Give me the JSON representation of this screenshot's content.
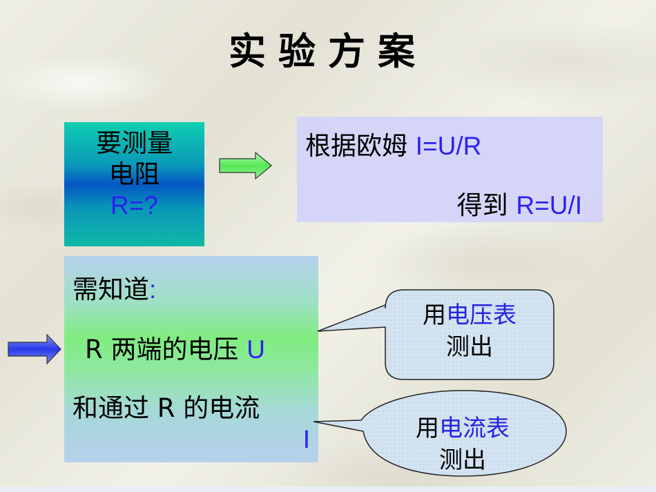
{
  "slide": {
    "title": "实验方案",
    "question_box": {
      "line1": "要测量",
      "line2": "电阻",
      "line3": "R=?"
    },
    "ohm_box": {
      "line1_text": "根据欧姆 ",
      "line1_formula": "I=U/R",
      "line2_text": "得到 ",
      "line2_formula": "R=U/I"
    },
    "need_box": {
      "line1_text": "需知道",
      "line1_colon": ":",
      "line2_text": "R 两端的电压 ",
      "line2_symbol": "U",
      "line3_text": "和通过 R 的电流",
      "line4_symbol": "I"
    },
    "callout_voltage": {
      "prefix": "用",
      "instrument": "电压表",
      "suffix": "测出"
    },
    "callout_current": {
      "prefix": "用",
      "instrument": "电流表",
      "suffix": "测出"
    },
    "icons": {
      "arrow_green": "right-arrow-green",
      "arrow_blue": "right-arrow-blue"
    },
    "colors": {
      "formula_blue": "#2a22ee",
      "arrow_green": "#66ee66",
      "arrow_blue": "#3344ee",
      "callout_fill": "#d4e4f2"
    }
  }
}
